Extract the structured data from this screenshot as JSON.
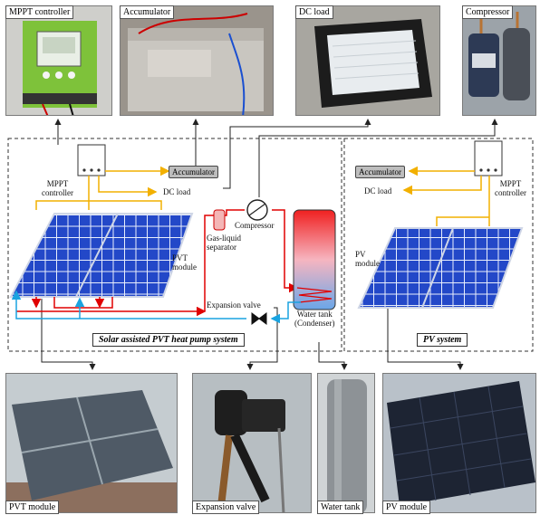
{
  "photos_top": {
    "mppt_controller": "MPPT controller",
    "accumulator": "Accumulator",
    "dc_load": "DC load",
    "compressor": "Compressor"
  },
  "photos_bottom": {
    "pvt_module": "PVT module",
    "expansion_valve": "Expansion valve",
    "water_tank": "Water tank",
    "pv_module": "PV module"
  },
  "left_system": {
    "title": "Solar assisted PVT heat pump system",
    "mppt_label": "MPPT\ncontroller",
    "accumulator": "Accumulator",
    "dc_load": "DC load",
    "compressor": "Compressor",
    "pvt_module": "PVT\nmodule",
    "separator": "Gas-liquid\nseparator",
    "expansion_valve": "Expansion valve",
    "water_tank": "Water tank\n(Condenser)"
  },
  "right_system": {
    "title": "PV system",
    "accumulator": "Accumulator",
    "dc_load": "DC load",
    "mppt_label": "MPPT\ncontroller",
    "pv_module": "PV\nmodule"
  },
  "colors": {
    "power_line": "#f2b000",
    "hot_line": "#e00000",
    "cold_line": "#1aa3e0",
    "panel_blue": "#2348c8"
  }
}
